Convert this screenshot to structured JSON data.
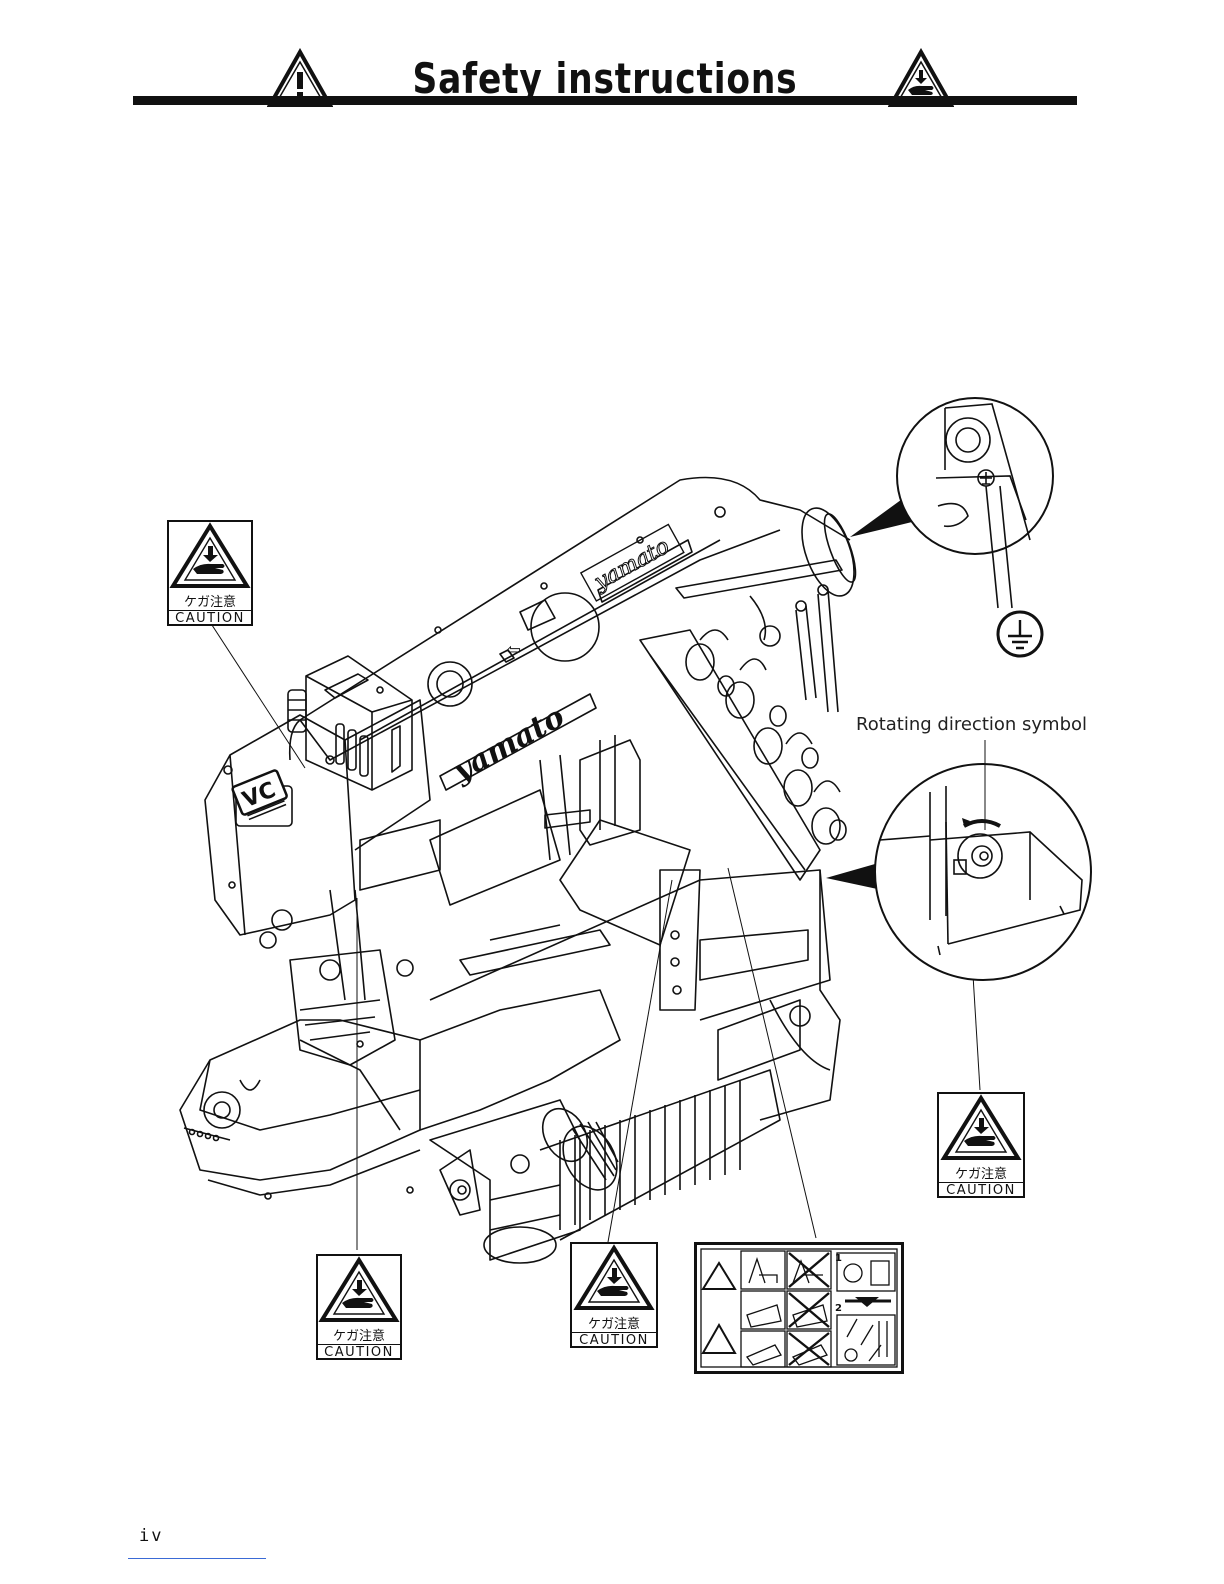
{
  "header": {
    "title": "Safety instructions",
    "left_icon": "general-warning-icon",
    "right_icon": "hand-injury-warning-icon"
  },
  "labels": {
    "caution_jp": "ケガ注意",
    "caution_en": "CAUTION"
  },
  "machine": {
    "brand_top": "yamato",
    "brand_front": "yamato",
    "badge": "VC"
  },
  "detail": {
    "rotating_direction_label": "Rotating direction symbol",
    "ground_symbol_icon": "ground-symbol-icon"
  },
  "warning_panel": {
    "step1": "1",
    "step2": "2"
  },
  "footer": {
    "page_number": "iv"
  }
}
